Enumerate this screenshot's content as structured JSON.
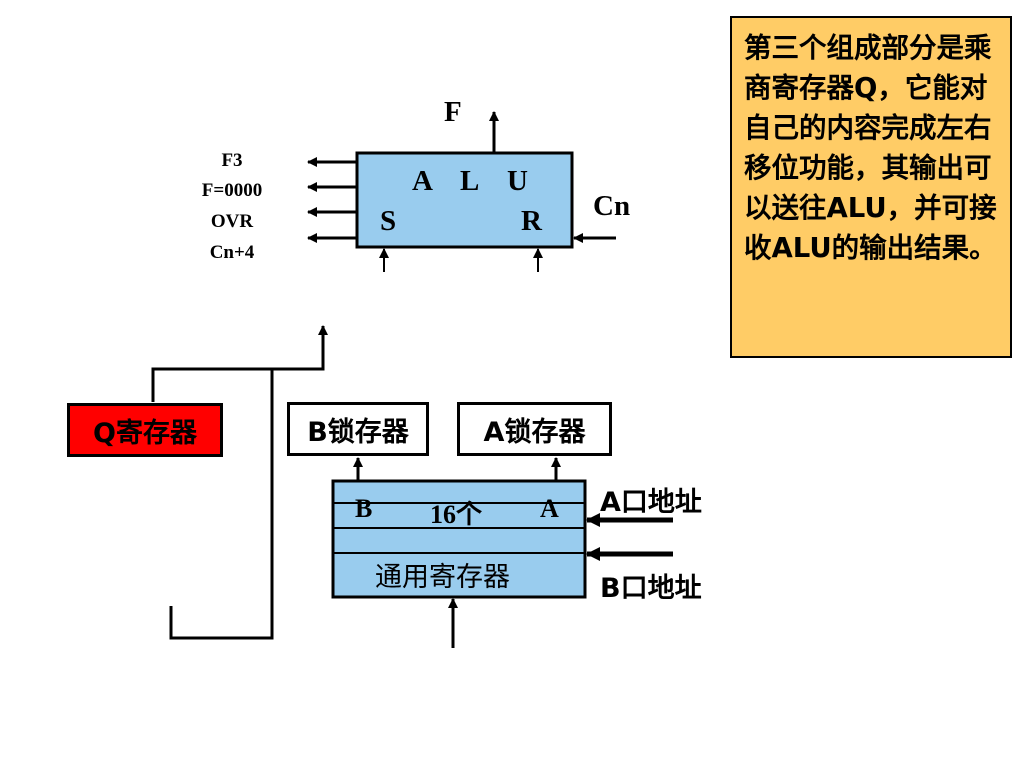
{
  "note": {
    "text": "第三个组成部分是乘商寄存器Q，它能对自己的内容完成左右移位功能，其输出可以送往ALU，并可接收ALU的输出结果。"
  },
  "alu": {
    "title_letters": [
      "A",
      "L",
      "U"
    ],
    "input_s": "S",
    "input_r": "R",
    "output_f": "F",
    "carry_in": "Cn"
  },
  "flags": [
    "F3",
    "F=0000",
    "OVR",
    "Cn+4"
  ],
  "q_register": {
    "label": "Q寄存器",
    "fill": "#ff0000"
  },
  "b_latch": {
    "label": "B锁存器"
  },
  "a_latch": {
    "label": "A锁存器"
  },
  "register_file": {
    "row_b": "B",
    "row_count": "16个",
    "row_a": "A",
    "title": "通用寄存器",
    "fill": "#99ccee"
  },
  "a_port": {
    "label": "A口地址"
  },
  "b_port": {
    "label": "B口地址"
  },
  "colors": {
    "alu_fill": "#99ccee",
    "note_fill": "#ffcc66",
    "q_fill": "#ff0000"
  }
}
